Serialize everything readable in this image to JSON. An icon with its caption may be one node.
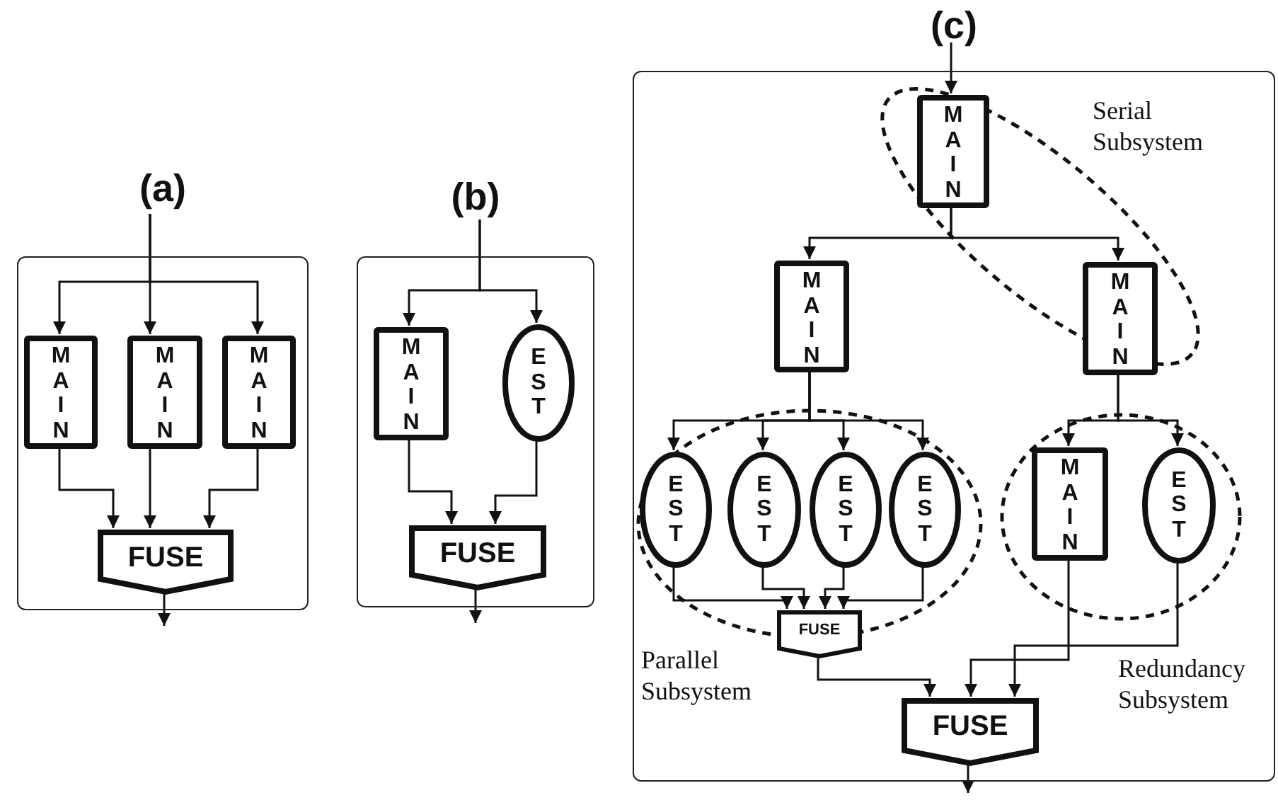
{
  "diagram": {
    "nodes": [
      {
        "text": [
          "(a)"
        ]
      },
      {
        "text": [
          "MAIN"
        ],
        "in": 0
      },
      {
        "text": [
          "MAIN"
        ],
        "in": 0
      },
      {
        "text": [
          "MAIN"
        ],
        "in": 0
      },
      {
        "text": [
          "FUSE"
        ],
        "in": 0
      },
      {
        "text": [
          "(b)"
        ]
      },
      {
        "text": [
          "MAIN"
        ],
        "in": 5
      },
      {
        "text": [
          "EST"
        ],
        "in": 5
      },
      {
        "text": [
          "FUSE"
        ],
        "in": 5
      },
      {
        "text": [
          "(c)"
        ]
      },
      {
        "text": [
          "MAIN"
        ],
        "in": 9
      },
      {
        "text": [
          "MAIN"
        ],
        "in": 9
      },
      {
        "text": [
          "MAIN"
        ],
        "in": 9
      },
      {
        "text": [
          "EST"
        ],
        "in": 9
      },
      {
        "text": [
          "EST"
        ],
        "in": 9
      },
      {
        "text": [
          "EST"
        ],
        "in": 9
      },
      {
        "text": [
          "EST"
        ],
        "in": 9
      },
      {
        "text": [
          "FUSE"
        ],
        "in": 9
      },
      {
        "text": [
          "MAIN"
        ],
        "in": 9
      },
      {
        "text": [
          "EST"
        ],
        "in": 9
      },
      {
        "text": [
          "FUSE"
        ],
        "in": 9
      }
    ],
    "labels": [
      "Serial Subsystem",
      "Parallel Subsystem",
      "Redundancy Subsystem"
    ],
    "edges": [
      {
        "from": null,
        "to": 1,
        "arrow": "to"
      },
      {
        "from": null,
        "to": 2,
        "arrow": "to"
      },
      {
        "from": null,
        "to": 3,
        "arrow": "to"
      },
      {
        "from": 1,
        "to": 4,
        "arrow": "to"
      },
      {
        "from": 2,
        "to": 4,
        "arrow": "to"
      },
      {
        "from": 3,
        "to": 4,
        "arrow": "to"
      },
      {
        "from": 4,
        "to": null,
        "arrow": "to"
      },
      {
        "from": null,
        "to": 6,
        "arrow": "to"
      },
      {
        "from": null,
        "to": 7,
        "arrow": "to"
      },
      {
        "from": 6,
        "to": 8,
        "arrow": "to"
      },
      {
        "from": 7,
        "to": 8,
        "arrow": "to"
      },
      {
        "from": 8,
        "to": null,
        "arrow": "to"
      },
      {
        "from": null,
        "to": 10,
        "arrow": "to"
      },
      {
        "from": 10,
        "to": 11,
        "arrow": "to"
      },
      {
        "from": 10,
        "to": 12,
        "arrow": "to"
      },
      {
        "from": 11,
        "to": 13,
        "arrow": "to"
      },
      {
        "from": 11,
        "to": 14,
        "arrow": "to"
      },
      {
        "from": 11,
        "to": 15,
        "arrow": "to"
      },
      {
        "from": 11,
        "to": 16,
        "arrow": "to"
      },
      {
        "from": 13,
        "to": 17,
        "arrow": "to"
      },
      {
        "from": 14,
        "to": 17,
        "arrow": "to"
      },
      {
        "from": 15,
        "to": 17,
        "arrow": "to"
      },
      {
        "from": 16,
        "to": 17,
        "arrow": "to"
      },
      {
        "from": 12,
        "to": 18,
        "arrow": "to"
      },
      {
        "from": 12,
        "to": 19,
        "arrow": "to"
      },
      {
        "from": 17,
        "to": 20,
        "arrow": "to"
      },
      {
        "from": 18,
        "to": 20,
        "arrow": "to"
      },
      {
        "from": 19,
        "to": 20,
        "arrow": "to"
      },
      {
        "from": 20,
        "to": null,
        "arrow": "to"
      }
    ]
  }
}
